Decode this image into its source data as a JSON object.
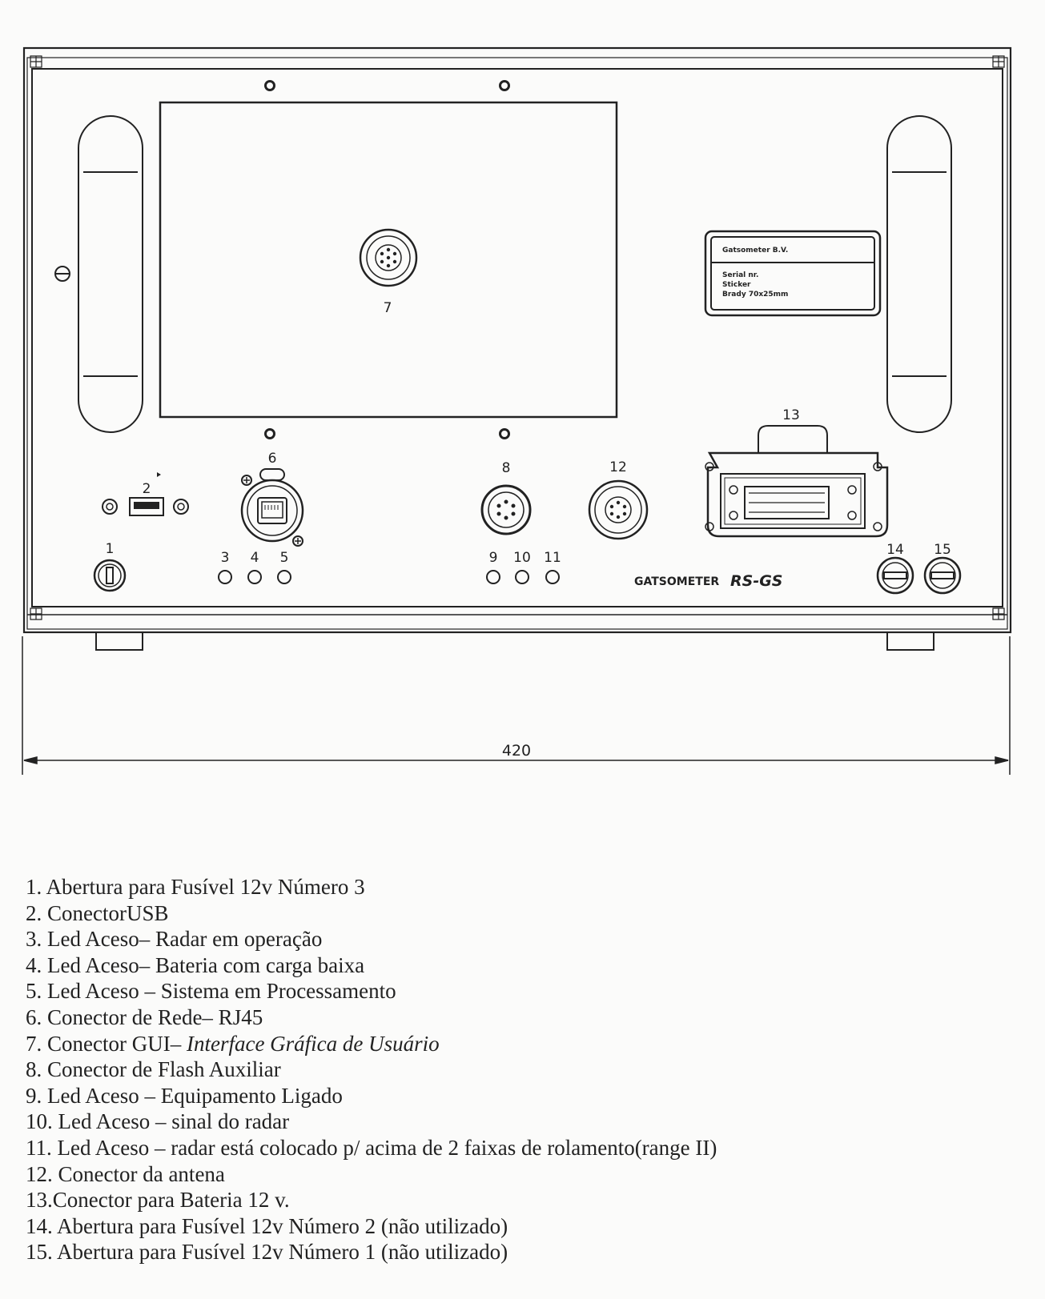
{
  "front_panel": {
    "callouts": {
      "c1": "1",
      "c2": "2",
      "c3": "3",
      "c4": "4",
      "c5": "5",
      "c6": "6",
      "c7": "7",
      "c8": "8",
      "c9": "9",
      "c10": "10",
      "c11": "11",
      "c12": "12",
      "c13": "13",
      "c14": "14",
      "c15": "15"
    },
    "sticker": {
      "company": "Gatsometer B.V.",
      "serial": "Serial nr.",
      "sticker": "Sticker",
      "brady": "Brady 70x25mm"
    },
    "brand": "GATSOMETER",
    "model": "RS-GS"
  },
  "dimension": {
    "width_label": "420"
  },
  "legend": [
    {
      "text": "1. Abertura para Fusível 12v Número 3"
    },
    {
      "text": "2. ConectorUSB"
    },
    {
      "text": "3. Led Aceso– Radar em operação"
    },
    {
      "text": "4. Led Aceso– Bateria com carga baixa"
    },
    {
      "text": "5. Led Aceso – Sistema em Processamento"
    },
    {
      "text": "6. Conector de Rede– RJ45"
    },
    {
      "text": "7. Conector GUI– ",
      "italic": "Interface Gráfica de Usuário"
    },
    {
      "text": "8. Conector de Flash Auxiliar"
    },
    {
      "text": "9. Led Aceso – Equipamento Ligado"
    },
    {
      "text": "10. Led Aceso – sinal do radar"
    },
    {
      "text": "11. Led Aceso – radar está colocado p/ acima de 2 faixas de rolamento(range II)"
    },
    {
      "text": "12. Conector da antena"
    },
    {
      "text": "13.Conector para Bateria 12 v."
    },
    {
      "text": "14. Abertura para Fusível 12v Número 2 (não utilizado)"
    },
    {
      "text": "15. Abertura para Fusível 12v Número 1 (não utilizado)"
    }
  ]
}
